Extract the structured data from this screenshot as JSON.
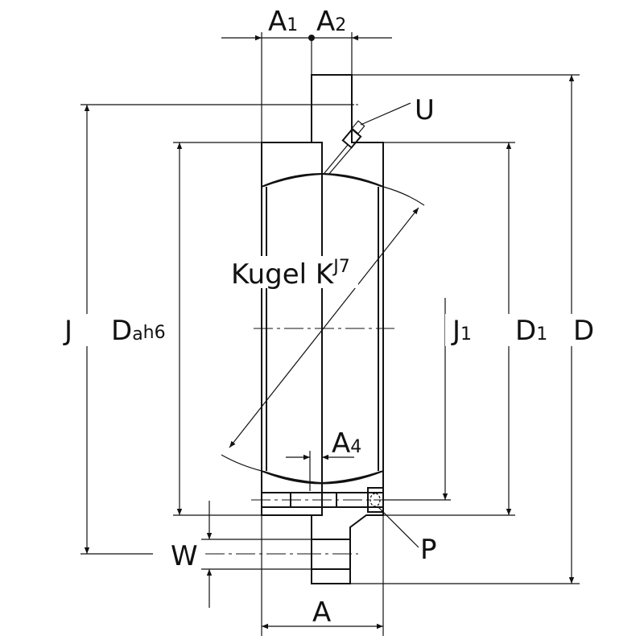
{
  "labels": {
    "a1": {
      "main": "A",
      "sub": "1"
    },
    "a2": {
      "main": "A",
      "sub": "2"
    },
    "u": "U",
    "j": "J",
    "da": {
      "main": "D",
      "sub1": "a",
      "sub2": "h6"
    },
    "kugel": {
      "main": "Kugel K",
      "sup": "J7"
    },
    "j1": {
      "main": "J",
      "sub": "1"
    },
    "d1": {
      "main": "D",
      "sub": "1"
    },
    "d": "D",
    "a4": {
      "main": "A",
      "sub": "4"
    },
    "p": "P",
    "w": "W",
    "a": "A"
  },
  "colors": {
    "line": "#111111",
    "background": "#ffffff"
  }
}
